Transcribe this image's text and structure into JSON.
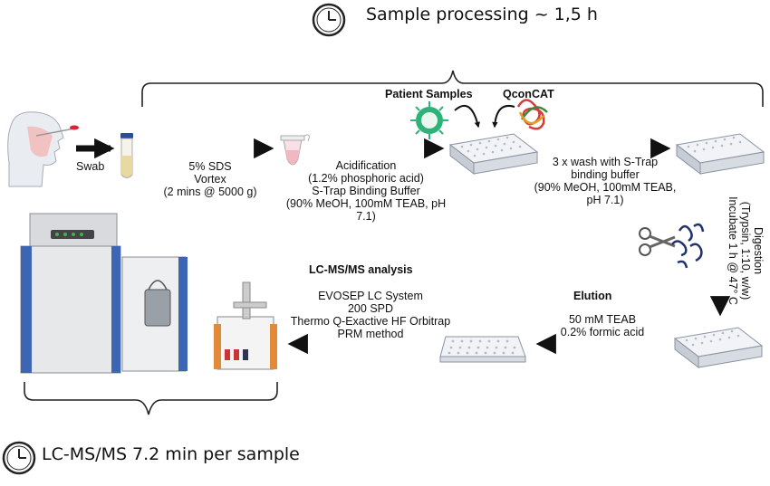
{
  "header": {
    "time_label": "Sample processing ~ 1,5 h"
  },
  "footer": {
    "time_label": "LC-MS/MS 7.2 min per sample"
  },
  "sources": {
    "patient_samples": "Patient Samples",
    "qconcat": "QconCAT"
  },
  "steps": {
    "swab": "Swab",
    "lysis": [
      "5% SDS",
      "Vortex",
      "(2 mins @ 5000 g)"
    ],
    "acidification": [
      "Acidification",
      "(1.2% phosphoric acid)",
      "S-Trap Binding Buffer",
      "(90% MeOH, 100mM TEAB, pH",
      "7.1)"
    ],
    "wash": [
      "3 x wash with S-Trap",
      "binding buffer",
      "(90% MeOH, 100mM TEAB,",
      "pH 7.1)"
    ],
    "digestion": [
      "Digestion",
      "(Trypsin, 1:10, w/w)",
      "Incubate 1 h @ 47° C"
    ],
    "elution": {
      "title": "Elution",
      "lines": [
        "50 mM TEAB",
        "0.2% formic acid"
      ]
    },
    "lcms": {
      "title": "LC-MS/MS analysis",
      "lines": [
        "EVOSEP LC System",
        "200 SPD",
        "Thermo Q-Exactive HF Orbitrap",
        "PRM method"
      ]
    }
  },
  "colors": {
    "arrow": "#111111",
    "virus": "#2db37a",
    "ms_blue": "#3c66b4",
    "evosep_orange": "#e08a3a",
    "tube_yellow": "#e8d9a0",
    "tube_pink": "#f2b7c2",
    "skin": "#d9dde3"
  },
  "icons": [
    "clock-icon",
    "clock-icon",
    "person-swab-icon",
    "sample-tube-icon",
    "eppendorf-tube-icon",
    "virus-icon",
    "qconcat-protein-icon",
    "96-well-plate-icon",
    "scissors-icon",
    "peptide-fragments-icon",
    "mass-spectrometer-icon",
    "evosep-lc-icon"
  ]
}
